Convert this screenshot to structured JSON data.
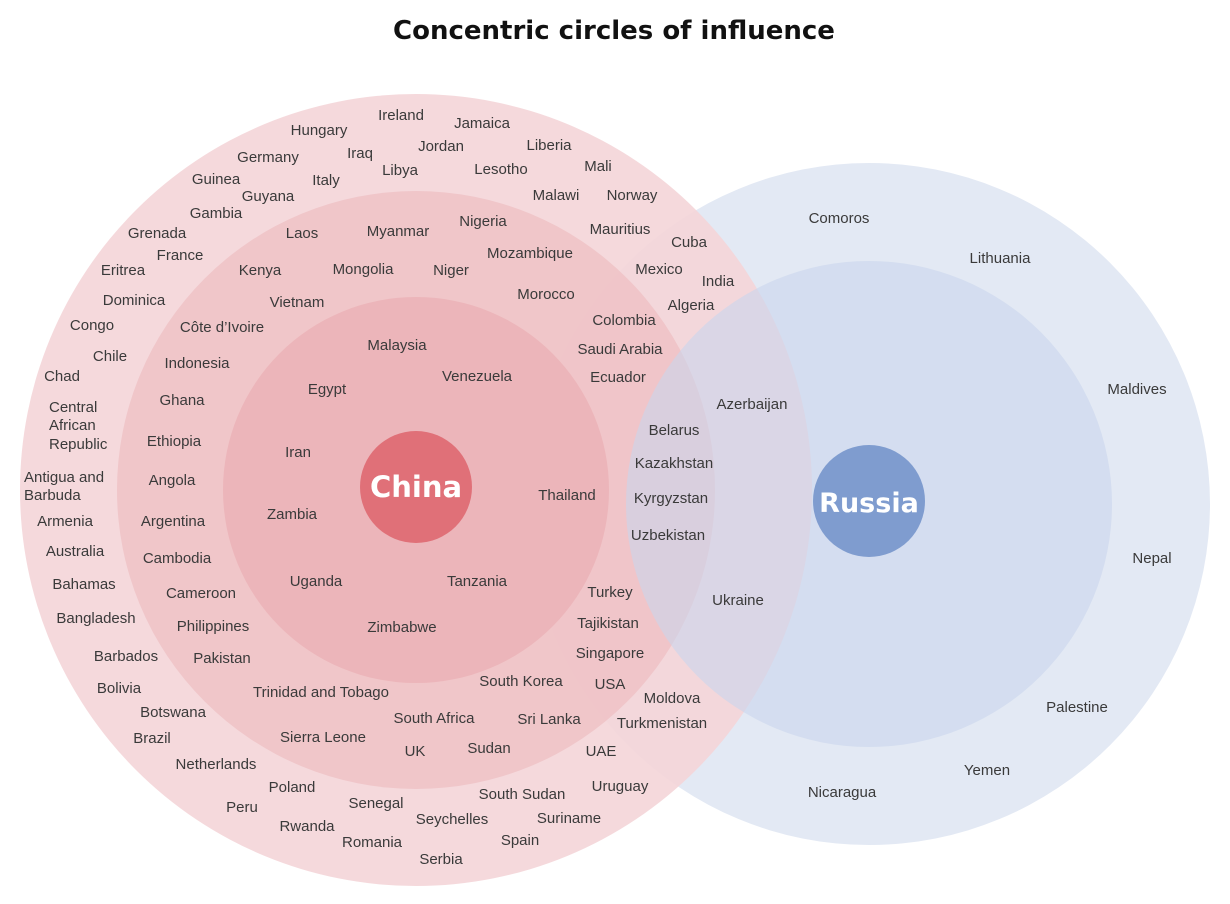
{
  "title": "Concentric circles of influence",
  "colors": {
    "china_outer": "#f4d5d8",
    "china_middle": "#eec2c6",
    "china_inner": "#e9a7ad",
    "china_core": "#e07078",
    "russia_outer": "#e3e9f4",
    "russia_middle": "#c9d6ec",
    "russia_core": "#7f9ccf"
  },
  "china": {
    "label": "China",
    "inner": [
      "Malaysia",
      "Egypt",
      "Venezuela",
      "Iran",
      "Zambia",
      "Uganda",
      "Tanzania",
      "Zimbabwe",
      "Thailand"
    ],
    "middle": [
      "Laos",
      "Myanmar",
      "Nigeria",
      "Mozambique",
      "Kenya",
      "Mongolia",
      "Niger",
      "Morocco",
      "Vietnam",
      "Côte d’Ivoire",
      "Indonesia",
      "Ghana",
      "Ethiopia",
      "Angola",
      "Argentina",
      "Cambodia",
      "Cameroon",
      "Philippines",
      "Pakistan",
      "Trinidad and Tobago",
      "South Korea",
      "South Africa",
      "Sri Lanka",
      "Sierra Leone",
      "UK",
      "Sudan",
      "Colombia",
      "Saudi Arabia",
      "Ecuador",
      "Turkey",
      "Tajikistan",
      "Singapore",
      "USA"
    ],
    "outer": [
      "Ireland",
      "Hungary",
      "Jamaica",
      "Iraq",
      "Jordan",
      "Liberia",
      "Germany",
      "Libya",
      "Lesotho",
      "Mali",
      "Guinea",
      "Italy",
      "Guyana",
      "Malawi",
      "Norway",
      "Gambia",
      "Mauritius",
      "Grenada",
      "France",
      "Eritrea",
      "Dominica",
      "Congo",
      "Chile",
      "Chad",
      "Central African Republic",
      "Antigua and Barbuda",
      "Armenia",
      "Australia",
      "Bahamas",
      "Bangladesh",
      "Barbados",
      "Bolivia",
      "Botswana",
      "Brazil",
      "Netherlands",
      "Poland",
      "Peru",
      "Rwanda",
      "Senegal",
      "Romania",
      "Seychelles",
      "Serbia",
      "South Sudan",
      "Spain",
      "Suriname",
      "Uruguay",
      "UAE"
    ]
  },
  "russia": {
    "label": "Russia",
    "middle": [
      "Azerbaijan",
      "Ukraine"
    ],
    "outer": [
      "Comoros",
      "Lithuania",
      "Maldives",
      "Nepal",
      "Palestine",
      "Yemen",
      "Nicaragua"
    ]
  },
  "overlap": {
    "china_outer_russia_outer": [
      "Cuba",
      "Mexico",
      "India",
      "Algeria",
      "Moldova",
      "Turkmenistan"
    ],
    "china_middle_russia_middle": [
      "Belarus",
      "Kazakhstan",
      "Kyrgyzstan",
      "Uzbekistan"
    ]
  }
}
